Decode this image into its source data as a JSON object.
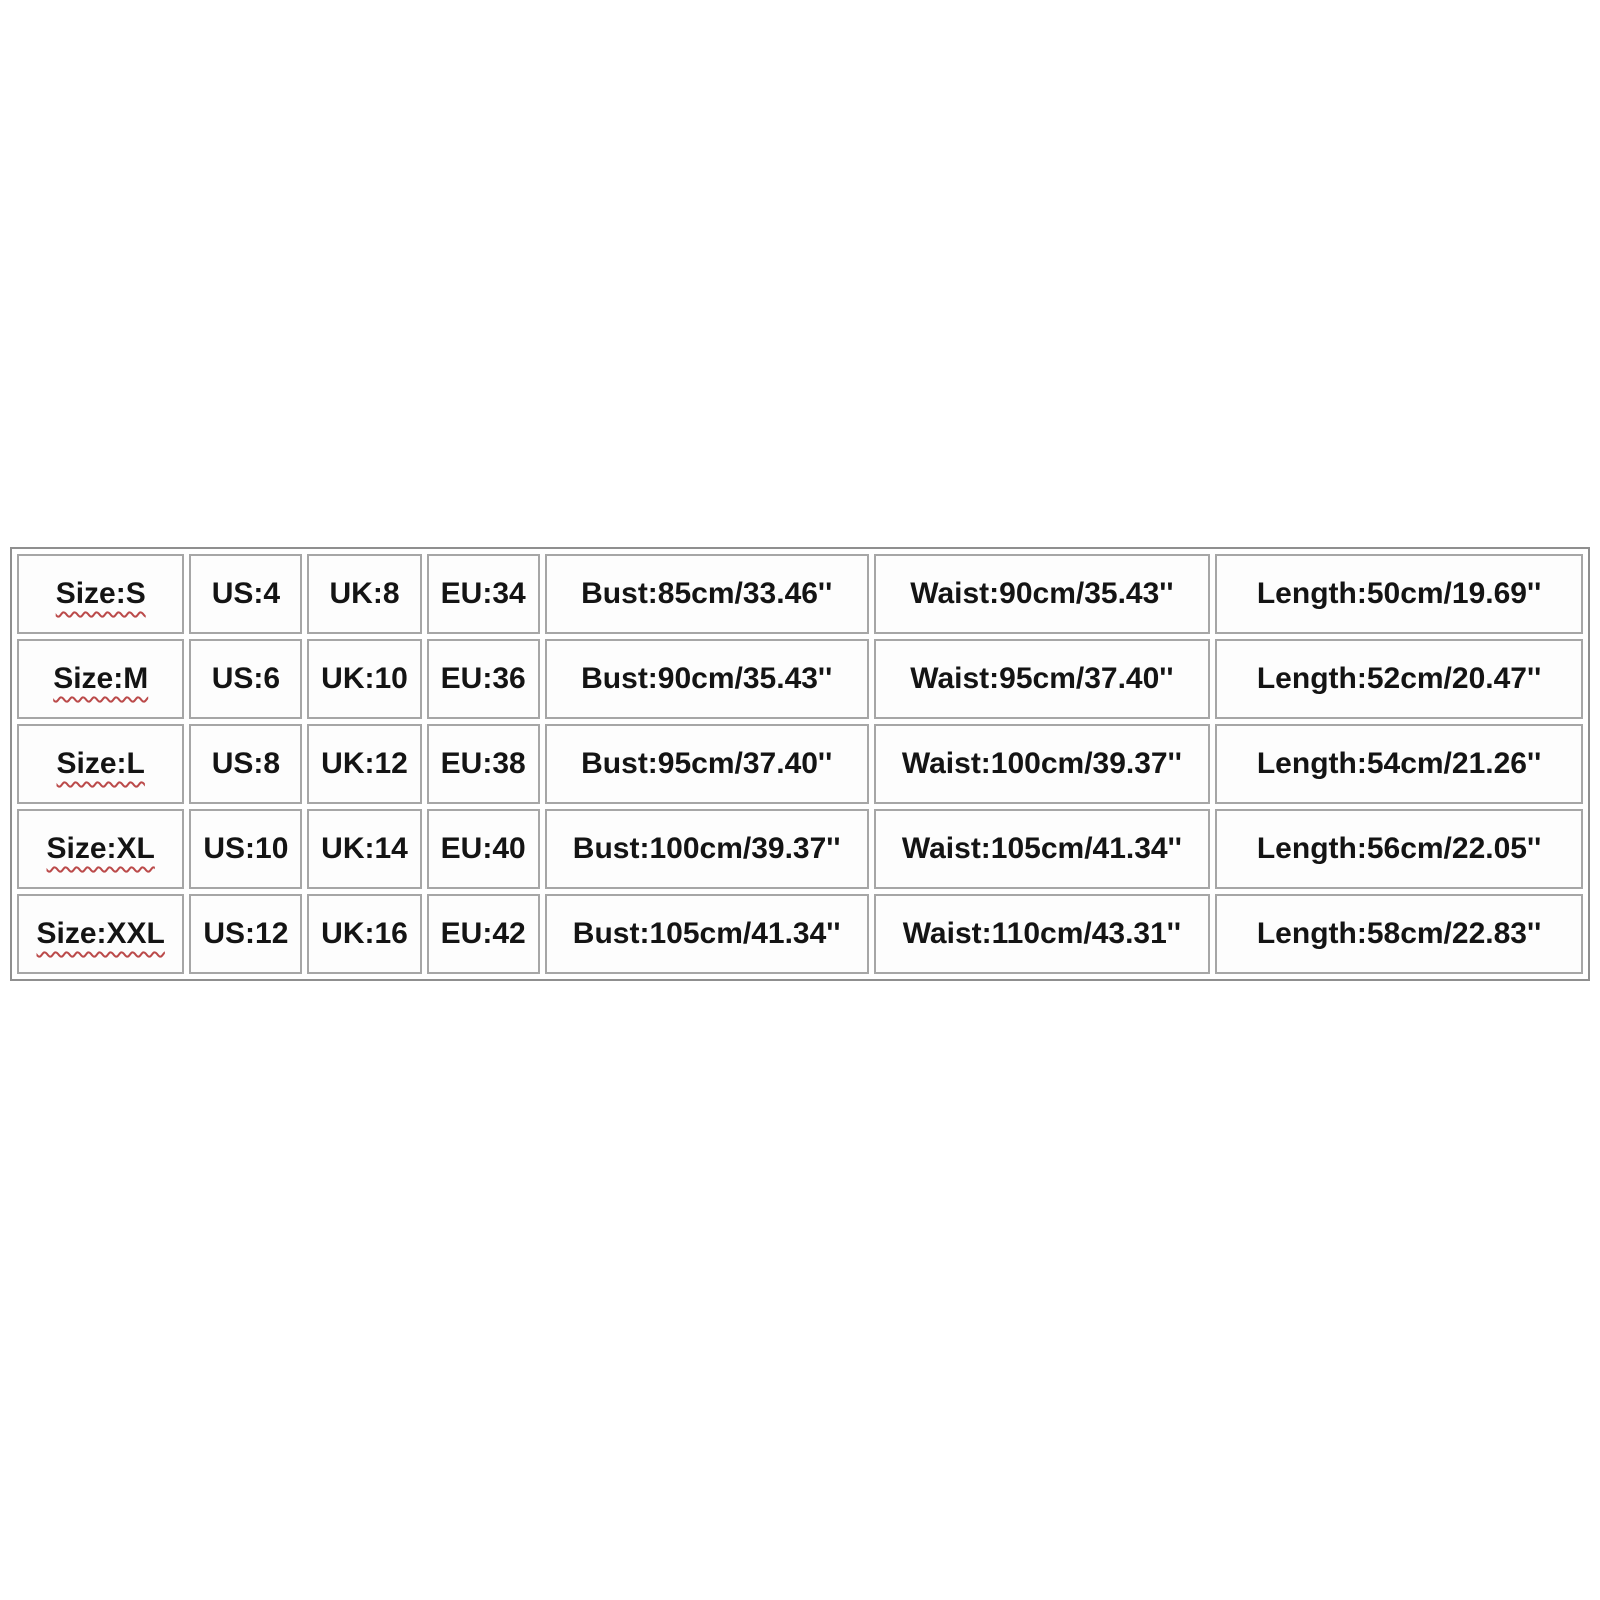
{
  "colors": {
    "page_background": "#ffffff",
    "cell_background": "#fdfdfd",
    "cell_border": "#a6a6a6",
    "table_outer_border": "#8f8f8f",
    "text": "#141414",
    "spellcheck_squiggle": "#bb4a4a"
  },
  "chart_data": {
    "type": "table",
    "title": "",
    "columns": [
      "size",
      "us",
      "uk",
      "eu",
      "bust",
      "waist",
      "length"
    ]
  },
  "table": {
    "columns": [
      "size",
      "us",
      "uk",
      "eu",
      "bust",
      "waist",
      "length"
    ],
    "rows": [
      {
        "size": "Size:S",
        "us": "US:4",
        "uk": "UK:8",
        "eu": "EU:34",
        "bust": "Bust:85cm/33.46''",
        "waist": "Waist:90cm/35.43''",
        "length": "Length:50cm/19.69''"
      },
      {
        "size": "Size:M",
        "us": "US:6",
        "uk": "UK:10",
        "eu": "EU:36",
        "bust": "Bust:90cm/35.43''",
        "waist": "Waist:95cm/37.40''",
        "length": "Length:52cm/20.47''"
      },
      {
        "size": "Size:L",
        "us": "US:8",
        "uk": "UK:12",
        "eu": "EU:38",
        "bust": "Bust:95cm/37.40''",
        "waist": "Waist:100cm/39.37''",
        "length": "Length:54cm/21.26''"
      },
      {
        "size": "Size:XL",
        "us": "US:10",
        "uk": "UK:14",
        "eu": "EU:40",
        "bust": "Bust:100cm/39.37''",
        "waist": "Waist:105cm/41.34''",
        "length": "Length:56cm/22.05''"
      },
      {
        "size": "Size:XXL",
        "us": "US:12",
        "uk": "UK:16",
        "eu": "EU:42",
        "bust": "Bust:105cm/41.34''",
        "waist": "Waist:110cm/43.31''",
        "length": "Length:58cm/22.83''"
      }
    ]
  }
}
